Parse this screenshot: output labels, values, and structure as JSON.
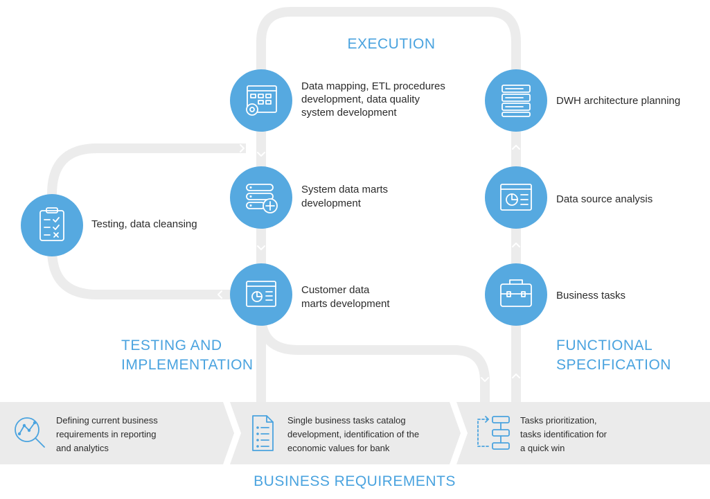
{
  "stages": {
    "execution": "EXECUTION",
    "testing_line1": "TESTING AND",
    "testing_line2": "IMPLEMENTATION",
    "functional_line1": "FUNCTIONAL",
    "functional_line2": "SPECIFICATION",
    "business_requirements": "BUSINESS REQUIREMENTS"
  },
  "nodes": {
    "data_mapping": {
      "icon": "etl-gear-icon",
      "lines": [
        "Data mapping, ETL procedures",
        "development, data quality",
        "system development"
      ]
    },
    "system_marts": {
      "icon": "database-plus-icon",
      "lines": [
        "System data marts",
        "development"
      ]
    },
    "customer_marts": {
      "icon": "dashboard-window-icon",
      "lines": [
        "Customer data",
        "marts development"
      ]
    },
    "testing": {
      "icon": "clipboard-checklist-icon",
      "lines": [
        "Testing, data cleansing"
      ]
    },
    "dwh": {
      "icon": "server-stack-icon",
      "lines": [
        "DWH architecture planning"
      ]
    },
    "source": {
      "icon": "chart-window-icon",
      "lines": [
        "Data source analysis"
      ]
    },
    "business": {
      "icon": "briefcase-icon",
      "lines": [
        "Business tasks"
      ]
    }
  },
  "strip": [
    {
      "icon": "magnifier-analytics-icon",
      "lines": [
        "Defining current business",
        "requirements in reporting",
        "and analytics"
      ]
    },
    {
      "icon": "document-list-icon",
      "lines": [
        "Single business tasks catalog",
        "development, identification of the",
        "economic values for bank"
      ]
    },
    {
      "icon": "flow-priority-icon",
      "lines": [
        "Tasks prioritization,",
        "tasks identification for",
        "a quick win"
      ]
    }
  ],
  "colors": {
    "accent": "#56a9e0",
    "label": "#4aa3df",
    "track": "#ececec",
    "strip": "#ebebeb"
  }
}
